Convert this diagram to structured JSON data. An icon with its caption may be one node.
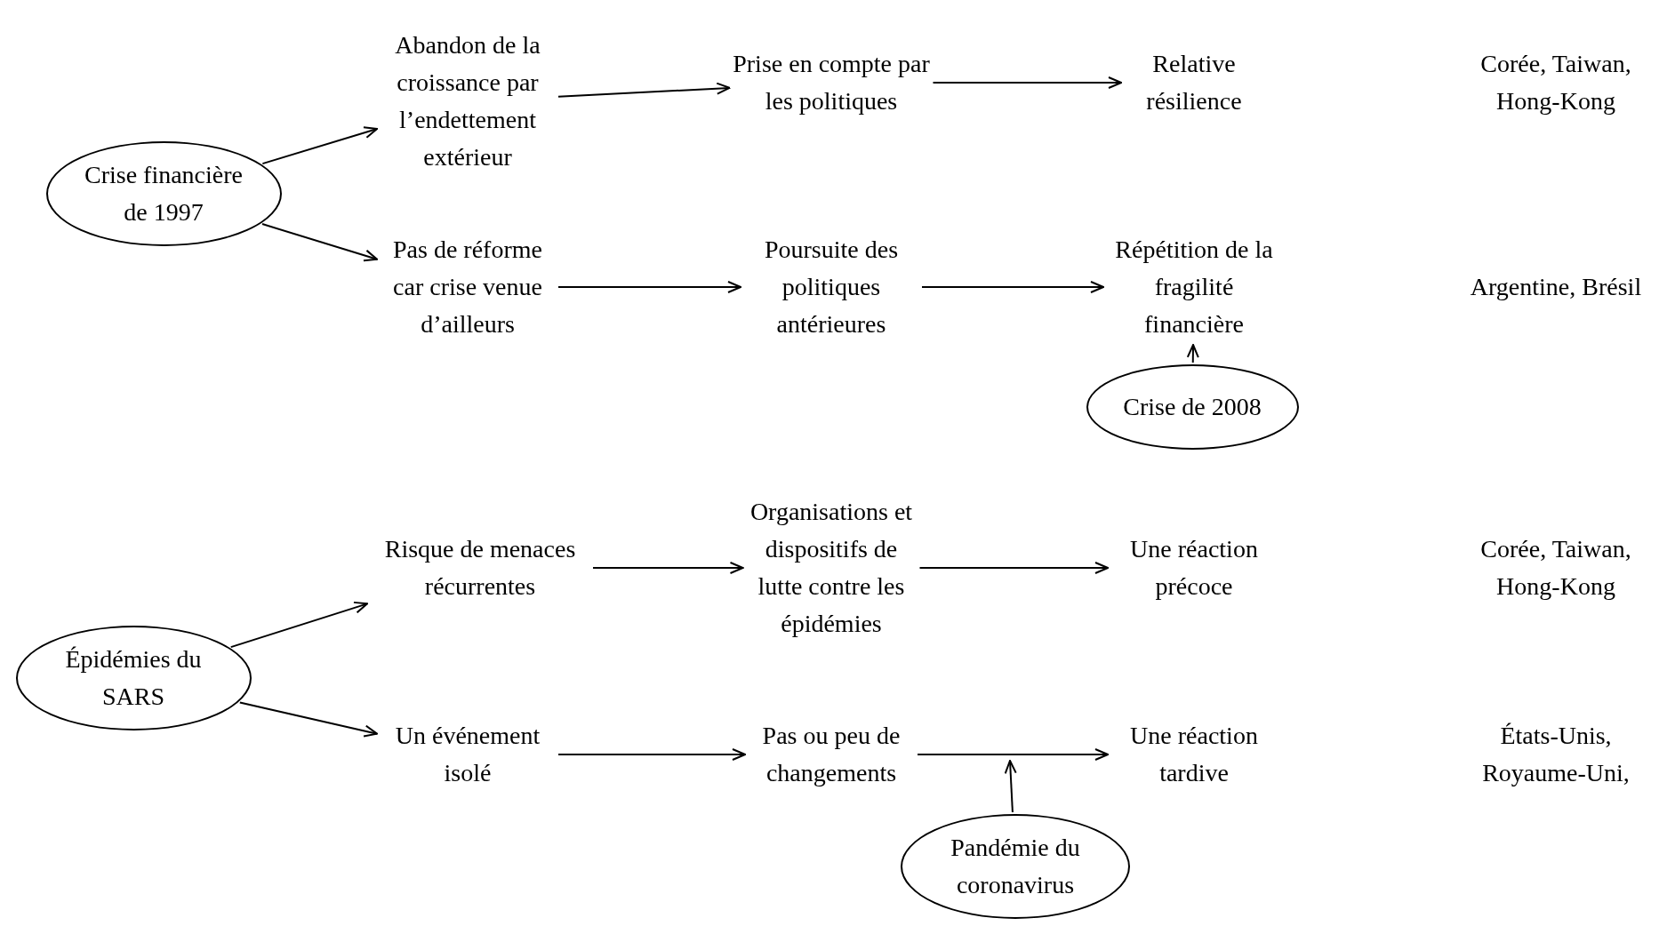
{
  "diagram": {
    "nodes": [
      {
        "text": [
          "Crise financière de 1997"
        ]
      },
      {
        "text": [
          "Abandon de la croissance par l’endettement extérieur"
        ]
      },
      {
        "text": [
          "Prise en compte par les politiques"
        ]
      },
      {
        "text": [
          "Relative résilience"
        ]
      },
      {
        "text": [
          "Pas de réforme car crise venue d’ailleurs"
        ]
      },
      {
        "text": [
          "Poursuite des politiques antérieures"
        ]
      },
      {
        "text": [
          "Répétition de la fragilité financière"
        ]
      },
      {
        "text": [
          "Crise de 2008"
        ]
      },
      {
        "text": [
          "Épidémies du SARS"
        ]
      },
      {
        "text": [
          "Risque de menaces récurrentes"
        ]
      },
      {
        "text": [
          "Organisations et dispositifs de lutte contre les épidémies"
        ]
      },
      {
        "text": [
          "Une réaction précoce"
        ]
      },
      {
        "text": [
          "Un événement isolé"
        ]
      },
      {
        "text": [
          "Pas ou peu de changements"
        ]
      },
      {
        "text": [
          "Une réaction tardive"
        ]
      },
      {
        "text": [
          "Pandémie du coronavirus"
        ]
      }
    ],
    "edges": [
      {
        "from": 0,
        "to": 1,
        "arrow": "to"
      },
      {
        "from": 1,
        "to": 2,
        "arrow": "to"
      },
      {
        "from": 2,
        "to": 3,
        "arrow": "to"
      },
      {
        "from": 0,
        "to": 4,
        "arrow": "to"
      },
      {
        "from": 4,
        "to": 5,
        "arrow": "to"
      },
      {
        "from": 5,
        "to": 6,
        "arrow": "to"
      },
      {
        "from": 7,
        "to": 6,
        "arrow": "to"
      },
      {
        "from": 8,
        "to": 9,
        "arrow": "to"
      },
      {
        "from": 9,
        "to": 10,
        "arrow": "to"
      },
      {
        "from": 10,
        "to": 11,
        "arrow": "to"
      },
      {
        "from": 8,
        "to": 12,
        "arrow": "to"
      },
      {
        "from": 12,
        "to": 13,
        "arrow": "to"
      },
      {
        "from": 13,
        "to": 14,
        "arrow": "to"
      },
      {
        "from": 15,
        "to": null,
        "arrow": "to"
      }
    ],
    "labels": [
      "Corée, Taiwan, Hong-Kong",
      "Argentine, Brésil",
      "Corée, Taiwan, Hong-Kong",
      "États-Unis, Royaume-Uni,"
    ]
  }
}
